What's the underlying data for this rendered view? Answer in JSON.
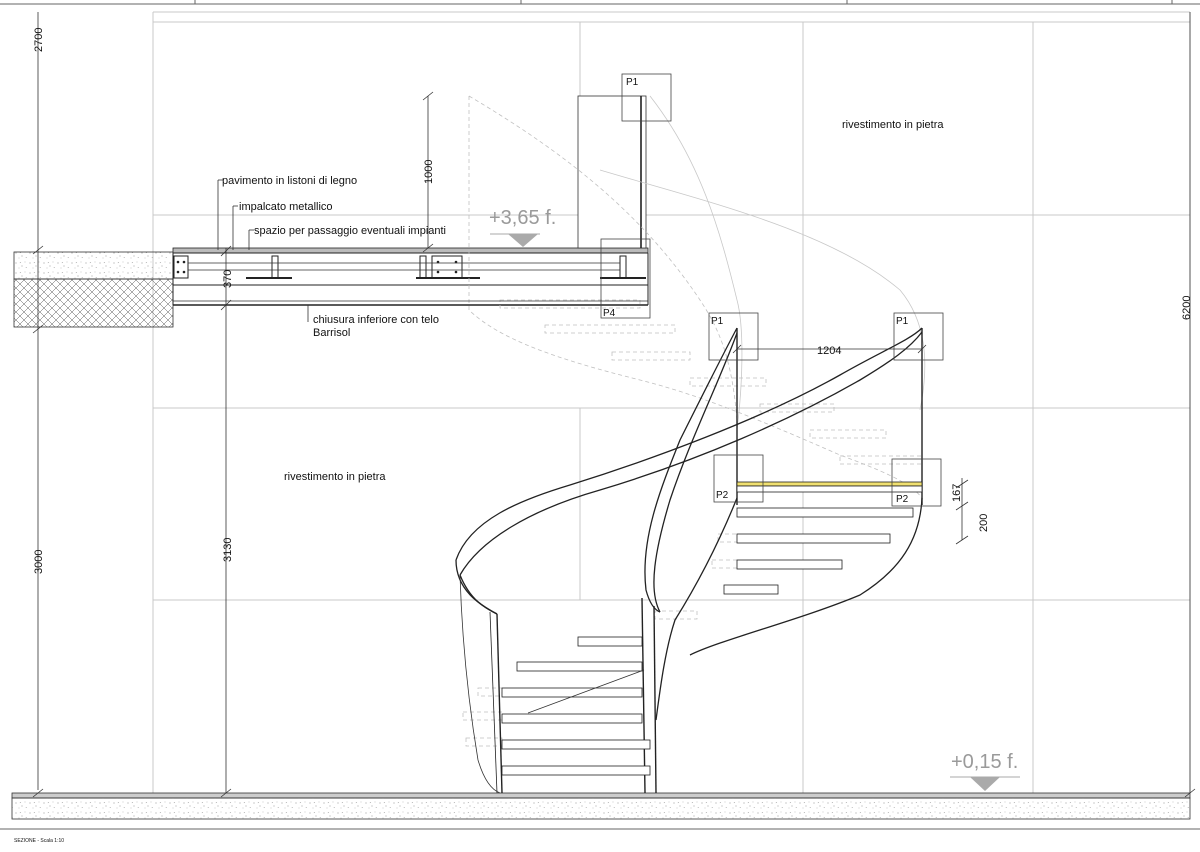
{
  "caption": "SEZIONE - Scala 1:10",
  "labels": {
    "floor": "pavimento in listoni di legno",
    "structure": "impalcato metallico",
    "services": "spazio per passaggio eventuali impianti",
    "closure_line1": "chiusura inferiore con telo",
    "closure_line2": "Barrisol",
    "stone_upper": "rivestimento in pietra",
    "stone_lower": "rivestimento in pietra"
  },
  "levels": {
    "upper": "+3,65 f.",
    "lower": "+0,15 f."
  },
  "dimensions": {
    "left_top": "2700",
    "left_bottom": "3000",
    "inner_height": "3130",
    "railing": "1000",
    "slab": "370",
    "span": "1204",
    "right_total": "6200",
    "tread_thickness": "167",
    "riser": "200"
  },
  "details": {
    "p1": "P1",
    "p2": "P2",
    "p4": "P4"
  }
}
